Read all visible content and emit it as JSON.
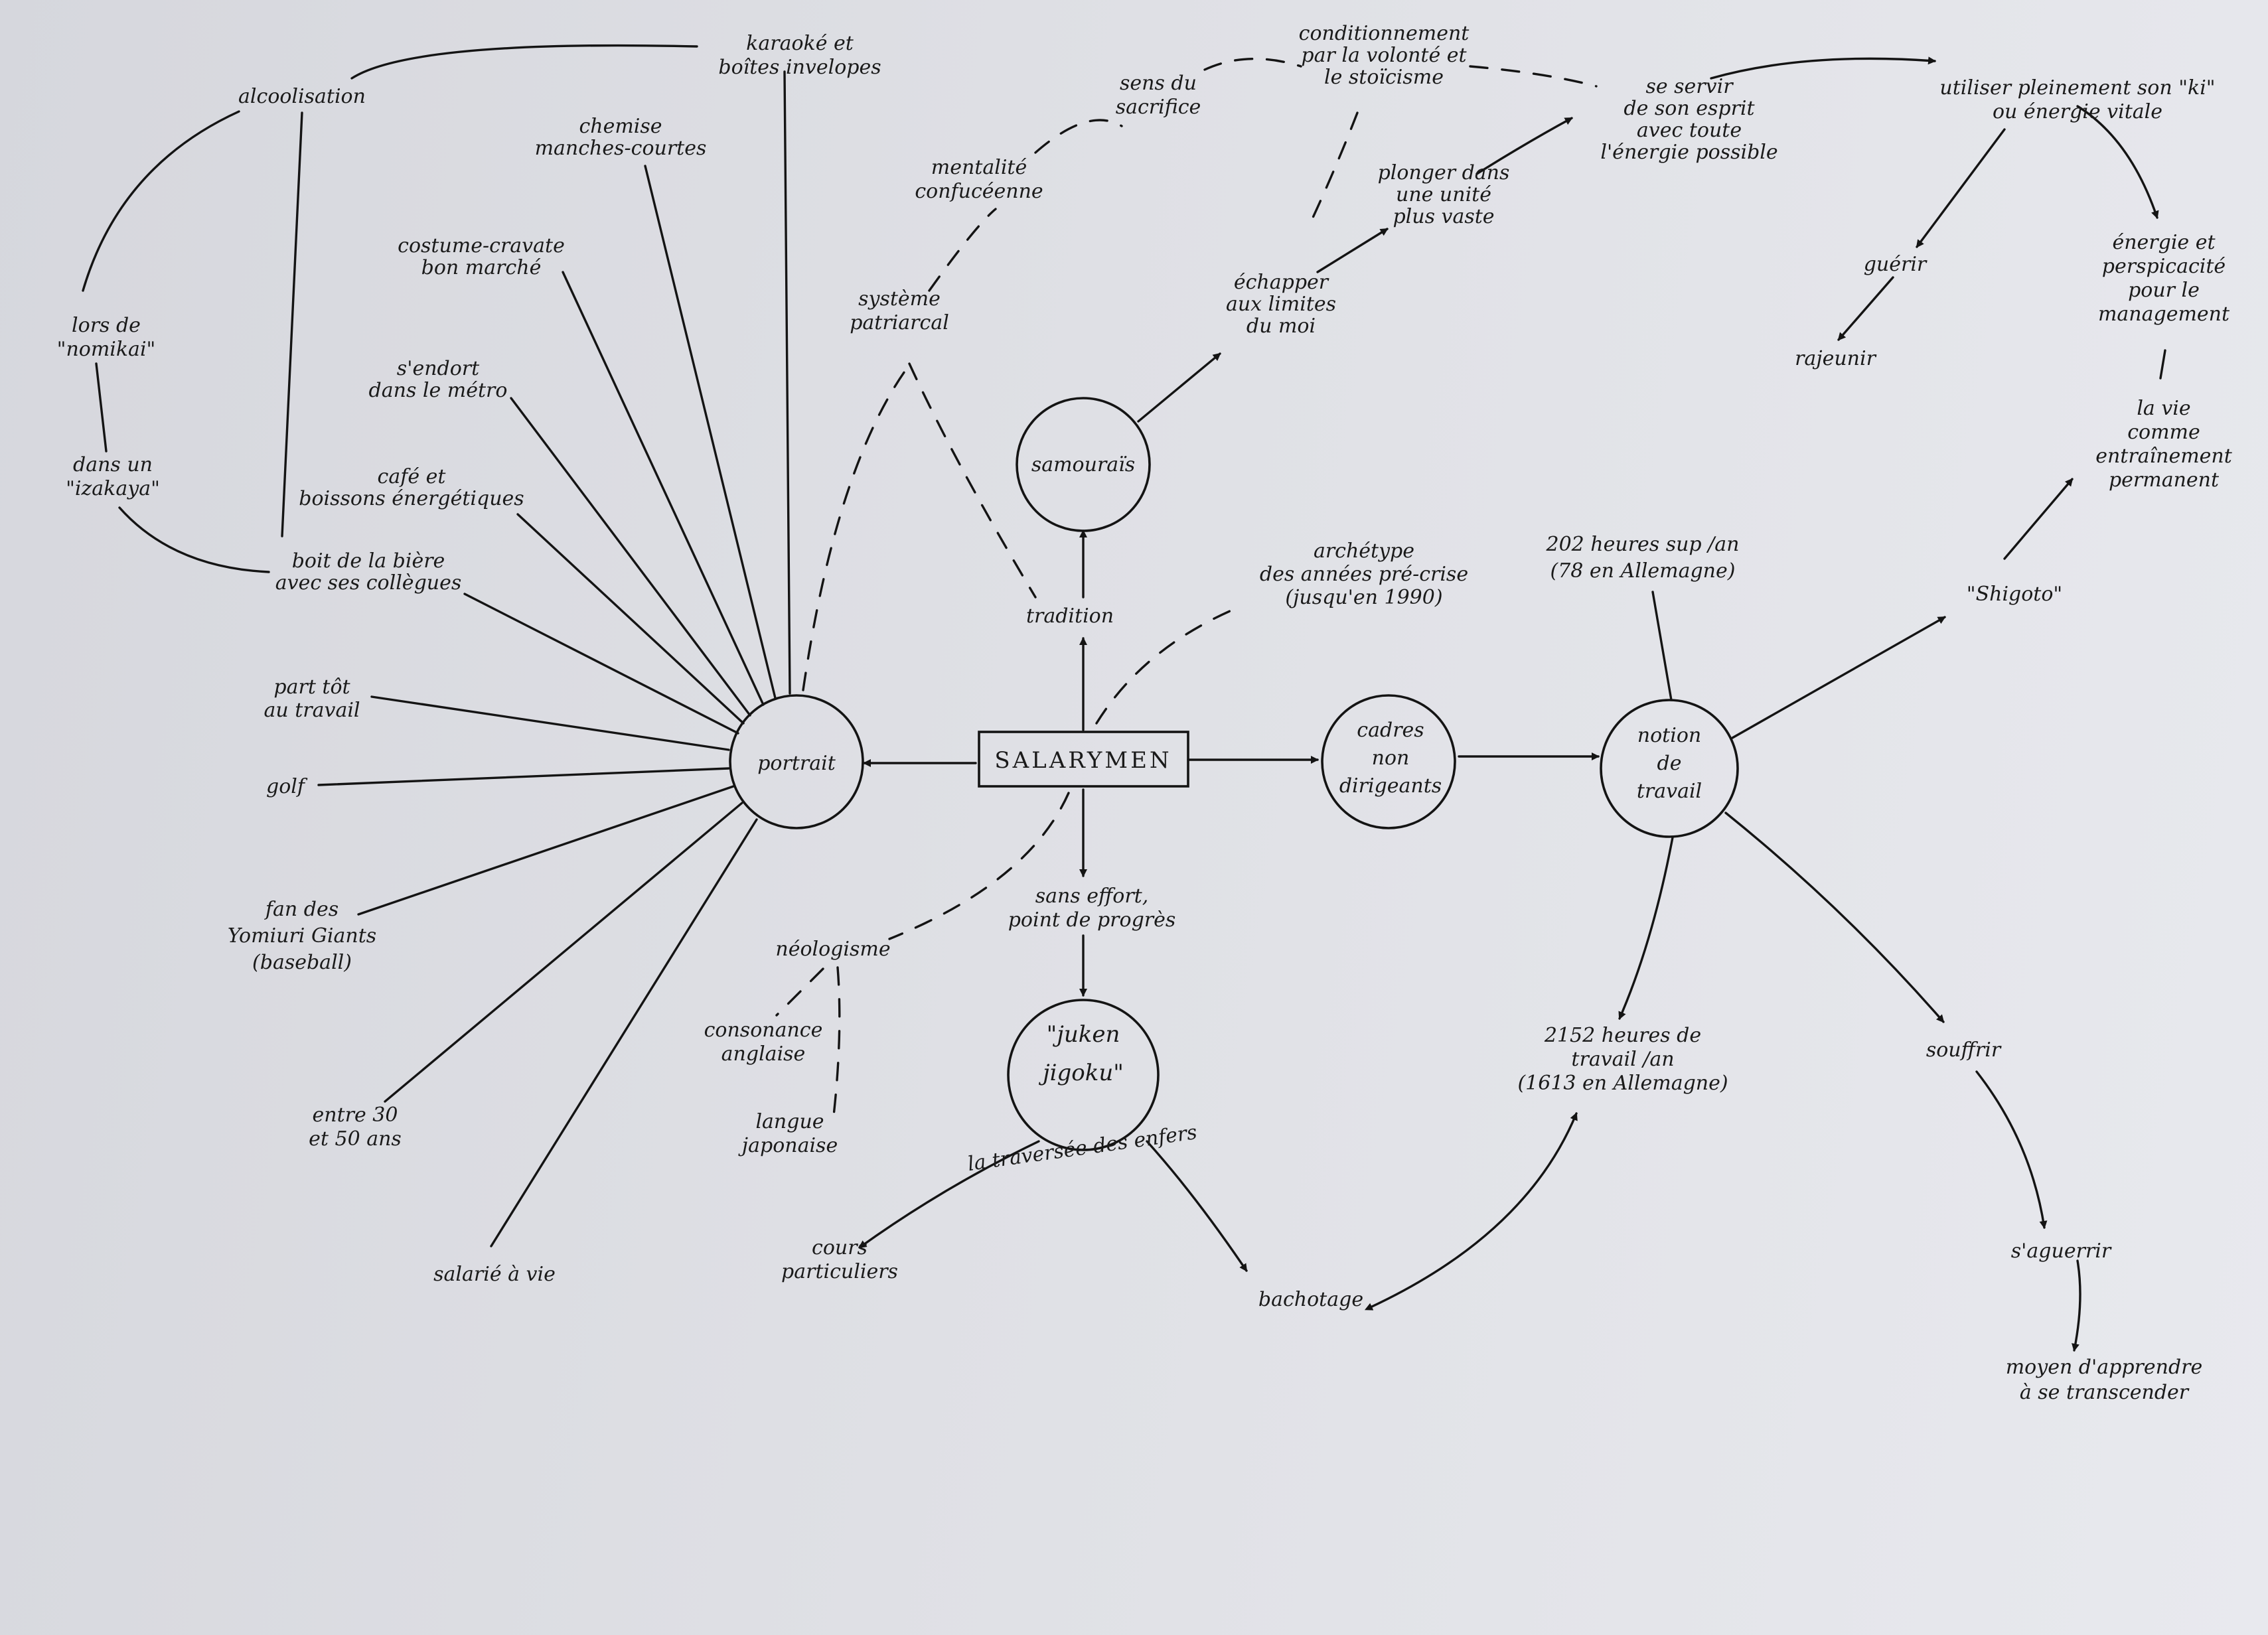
{
  "diagram": {
    "nodes": [
      {
        "id": "salarymen",
        "lines": [
          "SALARYMEN"
        ]
      },
      {
        "id": "portrait",
        "lines": [
          "portrait"
        ]
      },
      {
        "id": "cadres",
        "lines": [
          "cadres",
          "non",
          "dirigeants"
        ]
      },
      {
        "id": "notion",
        "lines": [
          "notion",
          "de",
          "travail"
        ]
      },
      {
        "id": "samourais",
        "lines": [
          "samouraïs"
        ]
      },
      {
        "id": "juken",
        "lines": [
          "\"juken",
          "jigoku\""
        ]
      },
      {
        "id": "traversee",
        "lines": [
          "la traversée des enfers"
        ]
      },
      {
        "id": "tradition",
        "lines": [
          "tradition"
        ]
      },
      {
        "id": "archetype",
        "lines": [
          "archétype",
          "des années pré-crise",
          "(jusqu'en 1990)"
        ]
      },
      {
        "id": "sans_effort",
        "lines": [
          "sans effort,",
          "point de progrès"
        ]
      },
      {
        "id": "neologisme",
        "lines": [
          "néologisme"
        ]
      },
      {
        "id": "consonance",
        "lines": [
          "consonance",
          "anglaise"
        ]
      },
      {
        "id": "langue",
        "lines": [
          "langue",
          "japonaise"
        ]
      },
      {
        "id": "cours",
        "lines": [
          "cours",
          "particuliers"
        ]
      },
      {
        "id": "bachotage",
        "lines": [
          "bachotage"
        ]
      },
      {
        "id": "systeme",
        "lines": [
          "système",
          "patriarcal"
        ]
      },
      {
        "id": "mentalite",
        "lines": [
          "mentalité",
          "confucéenne"
        ]
      },
      {
        "id": "sens",
        "lines": [
          "sens du",
          "sacrifice"
        ]
      },
      {
        "id": "conditionnement",
        "lines": [
          "conditionnement",
          "par la volonté et",
          "le stoïcisme"
        ]
      },
      {
        "id": "servir",
        "lines": [
          "se servir",
          "de son esprit",
          "avec toute",
          "l'énergie possible"
        ]
      },
      {
        "id": "plonger",
        "lines": [
          "plonger dans",
          "une unité",
          "plus vaste"
        ]
      },
      {
        "id": "echapper",
        "lines": [
          "échapper",
          "aux limites",
          "du moi"
        ]
      },
      {
        "id": "utiliser",
        "lines": [
          "utiliser pleinement son \"ki\"",
          "ou énergie vitale"
        ]
      },
      {
        "id": "guerir",
        "lines": [
          "guérir"
        ]
      },
      {
        "id": "rajeunir",
        "lines": [
          "rajeunir"
        ]
      },
      {
        "id": "energie",
        "lines": [
          "énergie et",
          "perspicacité",
          "pour le",
          "management"
        ]
      },
      {
        "id": "vie",
        "lines": [
          "la vie",
          "comme",
          "entraînement",
          "permanent"
        ]
      },
      {
        "id": "shigoto",
        "lines": [
          "\"Shigoto\""
        ]
      },
      {
        "id": "heures202",
        "lines": [
          "202 heures sup /an",
          "(78 en Allemagne)"
        ]
      },
      {
        "id": "heures2152",
        "lines": [
          "2152 heures de",
          "travail /an",
          "(1613 en Allemagne)"
        ]
      },
      {
        "id": "souffrir",
        "lines": [
          "souffrir"
        ]
      },
      {
        "id": "aguerrir",
        "lines": [
          "s'aguerrir"
        ]
      },
      {
        "id": "moyen",
        "lines": [
          "moyen d'apprendre",
          "à se transcender"
        ]
      },
      {
        "id": "karaoke",
        "lines": [
          "karaoké et",
          "boîtes invelopes"
        ]
      },
      {
        "id": "alcoolisation",
        "lines": [
          "alcoolisation"
        ]
      },
      {
        "id": "chemise",
        "lines": [
          "chemise",
          "manches-courtes"
        ]
      },
      {
        "id": "costume",
        "lines": [
          "costume-cravate",
          "bon marché"
        ]
      },
      {
        "id": "endort",
        "lines": [
          "s'endort",
          "dans le métro"
        ]
      },
      {
        "id": "cafe",
        "lines": [
          "café et",
          "boissons énergétiques"
        ]
      },
      {
        "id": "biere",
        "lines": [
          "boit de la bière",
          "avec ses collègues"
        ]
      },
      {
        "id": "lors",
        "lines": [
          "lors de",
          "\"nomikai\""
        ]
      },
      {
        "id": "dans",
        "lines": [
          "dans un",
          "\"izakaya\""
        ]
      },
      {
        "id": "part",
        "lines": [
          "part tôt",
          "au travail"
        ]
      },
      {
        "id": "golf",
        "lines": [
          "golf"
        ]
      },
      {
        "id": "fan",
        "lines": [
          "fan des",
          "Yomiuri Giants",
          "(baseball)"
        ]
      },
      {
        "id": "entre",
        "lines": [
          "entre 30",
          "et 50 ans"
        ]
      },
      {
        "id": "salarie",
        "lines": [
          "salarié à vie"
        ]
      }
    ]
  }
}
